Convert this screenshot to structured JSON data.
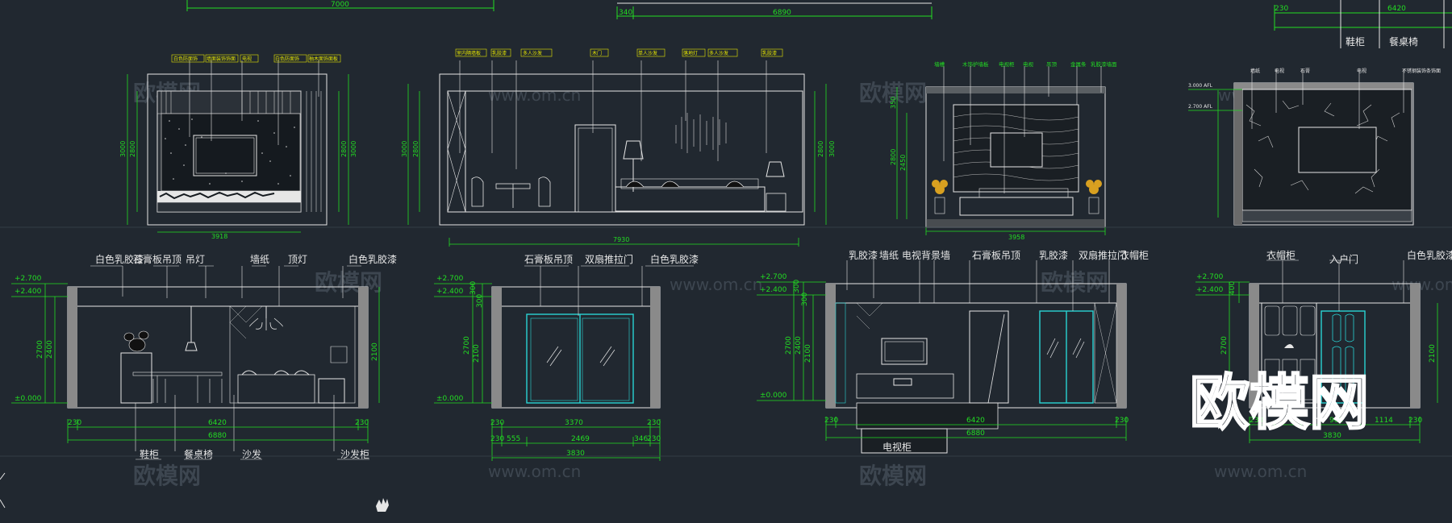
{
  "colors": {
    "background": "#212830",
    "frame": "#e6e6e6",
    "dimension": "#22dd22",
    "leader": "#e6e6e6",
    "label_box": "#e6e600",
    "glass": "#2ad4d4",
    "wall_fill": "#8a8a8a",
    "watermark": "#3d4650"
  },
  "watermark": {
    "brand": "欧模网",
    "url": "www.om.cn"
  },
  "top_strip": {
    "dim_7000": "7000",
    "dim_340": "340",
    "dim_6890": "6890",
    "dim_230": "230",
    "dim_6420": "6420",
    "label_shoe": "鞋柜",
    "label_dining": "餐桌椅"
  },
  "elev1": {
    "labels": [
      "白色防面饰",
      "墙面装饰饰面",
      "电视",
      "白色防面饰",
      "柚木面饰面板"
    ],
    "dims_v": [
      "3000",
      "2800",
      "2800",
      "3000"
    ],
    "dim_h": "3918"
  },
  "elev2": {
    "labels": [
      "室内隔墙板",
      "乳胶漆",
      "多人沙发",
      "木门",
      "单人沙发",
      "落地灯",
      "多人沙发",
      "乳胶漆"
    ],
    "dims_v": [
      "3000",
      "2800",
      "2800",
      "3000"
    ],
    "dim_h": "7930"
  },
  "elev3": {
    "labels": [
      "墙槽",
      "木饰护墙板",
      "电视柜",
      "电视",
      "吊顶",
      "金属条",
      "乳胶漆墙面"
    ],
    "dims_v": [
      "350",
      "2800",
      "2450"
    ],
    "dim_h": "3958"
  },
  "elev4": {
    "labels": [
      "墙纸",
      "电视",
      "石膏",
      "电视",
      "不锈钢装饰条饰面"
    ],
    "levels": [
      "3.000 AFL",
      "2.700 AFL"
    ]
  },
  "sec1": {
    "labels_top": [
      "白色乳胶漆",
      "石膏板吊顶",
      "吊灯",
      "墙纸",
      "顶灯",
      "白色乳胶漆"
    ],
    "levels": [
      "+2.700",
      "+2.400",
      "±0.000"
    ],
    "dims_v_left": [
      "2700",
      "2400"
    ],
    "dims_v_right": [
      "2100"
    ],
    "dims_h": [
      "230",
      "6420",
      "230",
      "6880"
    ],
    "labels_bottom": [
      "鞋柜",
      "餐桌椅",
      "沙发",
      "沙发柜"
    ]
  },
  "sec2": {
    "labels_top": [
      "石膏板吊顶",
      "双扇推拉门",
      "白色乳胶漆"
    ],
    "levels": [
      "+2.700",
      "+2.400",
      "±0.000"
    ],
    "dims_v_left": [
      "300",
      "300",
      "2700",
      "2100"
    ],
    "dims_h_row1": [
      "230",
      "3370",
      "230"
    ],
    "dims_h_row2": [
      "230",
      "555",
      "2469",
      "346",
      "230"
    ],
    "dims_h_row3": [
      "3830"
    ]
  },
  "sec3": {
    "labels_top": [
      "乳胶漆",
      "墙纸",
      "电视背景墙",
      "石膏板吊顶",
      "乳胶漆",
      "双扇推拉门",
      "衣帽柜"
    ],
    "levels": [
      "+2.700",
      "+2.400",
      "±0.000"
    ],
    "dims_v_left": [
      "300",
      "300",
      "2700",
      "2400",
      "2100"
    ],
    "dims_h": [
      "230",
      "6420",
      "230",
      "6880"
    ],
    "label_bottom": "电视柜"
  },
  "sec4": {
    "labels_top": [
      "衣帽柜",
      "入户门",
      "白色乳胶漆"
    ],
    "levels": [
      "+2.700",
      "+2.400"
    ],
    "dims_v_left": [
      "400",
      "2700"
    ],
    "dims_v_right": [
      "2100"
    ],
    "dims_h": [
      "230",
      "900",
      "1114",
      "230",
      "3830"
    ]
  }
}
